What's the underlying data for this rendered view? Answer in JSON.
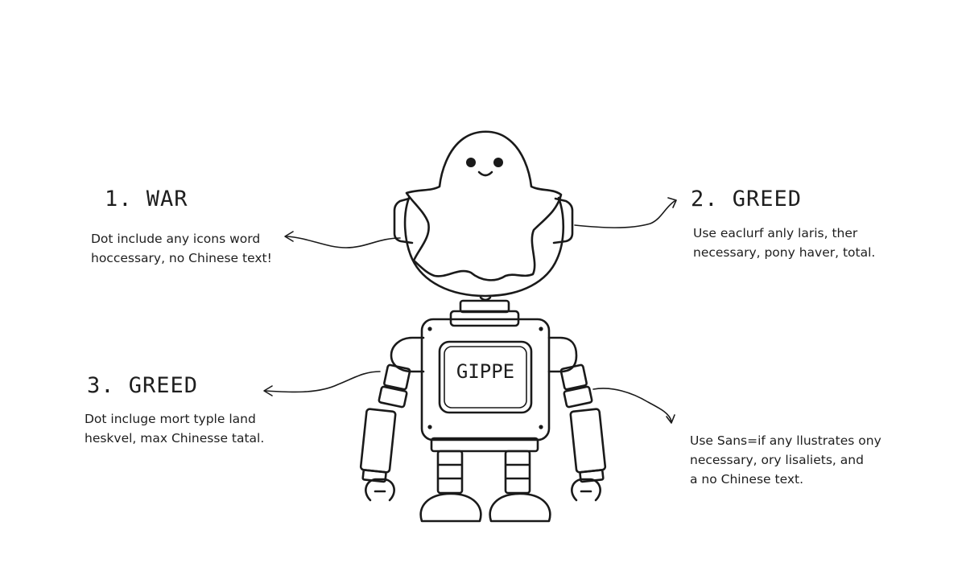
{
  "callouts": [
    {
      "number": "1.",
      "title": "WAR",
      "lines": [
        "Dot include any icons word",
        "hoccessary, no Chinese text!"
      ]
    },
    {
      "number": "2.",
      "title": "GREED",
      "lines": [
        "Use eaclurf anly laris, ther",
        "necessary, pony haver, total."
      ]
    },
    {
      "number": "3.",
      "title": "GREED",
      "lines": [
        "Dot incluge mort typle land",
        "heskvel, max Chinesse tatal."
      ]
    },
    {
      "number": "",
      "title": "",
      "lines": [
        "Use Sans=if any llustrates ony",
        "necessary, ory lisaliets, and",
        "a no Chinese text."
      ]
    }
  ],
  "robot": {
    "chest_label": "GIPPE"
  }
}
